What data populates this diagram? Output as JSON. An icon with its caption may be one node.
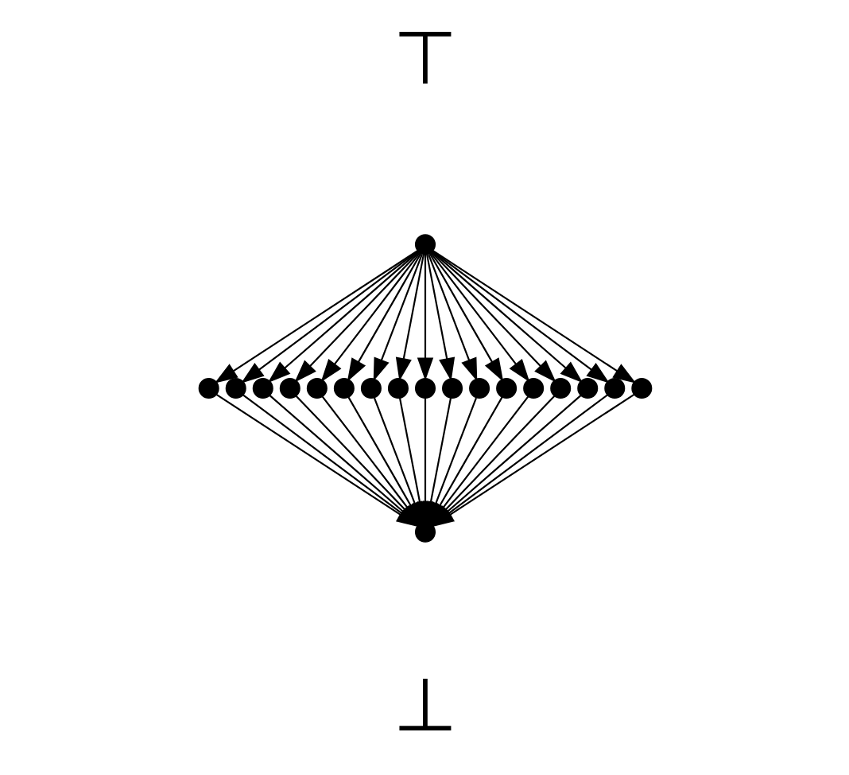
{
  "diagram": {
    "nodes": [
      {
        "text": [],
        "shape": "circle",
        "beside": [
          "⊤"
        ]
      },
      {
        "text": [],
        "shape": "circle"
      },
      {
        "text": [],
        "shape": "circle"
      },
      {
        "text": [],
        "shape": "circle"
      },
      {
        "text": [],
        "shape": "circle"
      },
      {
        "text": [],
        "shape": "circle"
      },
      {
        "text": [],
        "shape": "circle"
      },
      {
        "text": [],
        "shape": "circle"
      },
      {
        "text": [],
        "shape": "circle"
      },
      {
        "text": [],
        "shape": "circle"
      },
      {
        "text": [],
        "shape": "circle"
      },
      {
        "text": [],
        "shape": "circle"
      },
      {
        "text": [],
        "shape": "circle"
      },
      {
        "text": [],
        "shape": "circle"
      },
      {
        "text": [],
        "shape": "circle"
      },
      {
        "text": [],
        "shape": "circle"
      },
      {
        "text": [],
        "shape": "circle"
      },
      {
        "text": [],
        "shape": "circle"
      },
      {
        "text": [],
        "shape": "circle",
        "beside": [
          "⊥"
        ]
      }
    ],
    "edges": [
      {
        "from": 0,
        "to": 1,
        "arrow": "to"
      },
      {
        "from": 0,
        "to": 2,
        "arrow": "to"
      },
      {
        "from": 0,
        "to": 3,
        "arrow": "to"
      },
      {
        "from": 0,
        "to": 4,
        "arrow": "to"
      },
      {
        "from": 0,
        "to": 5,
        "arrow": "to"
      },
      {
        "from": 0,
        "to": 6,
        "arrow": "to"
      },
      {
        "from": 0,
        "to": 7,
        "arrow": "to"
      },
      {
        "from": 0,
        "to": 8,
        "arrow": "to"
      },
      {
        "from": 0,
        "to": 9,
        "arrow": "to"
      },
      {
        "from": 0,
        "to": 10,
        "arrow": "to"
      },
      {
        "from": 0,
        "to": 11,
        "arrow": "to"
      },
      {
        "from": 0,
        "to": 12,
        "arrow": "to"
      },
      {
        "from": 0,
        "to": 13,
        "arrow": "to"
      },
      {
        "from": 0,
        "to": 14,
        "arrow": "to"
      },
      {
        "from": 0,
        "to": 15,
        "arrow": "to"
      },
      {
        "from": 0,
        "to": 16,
        "arrow": "to"
      },
      {
        "from": 0,
        "to": 17,
        "arrow": "to"
      },
      {
        "from": 1,
        "to": 18,
        "arrow": "to"
      },
      {
        "from": 2,
        "to": 18,
        "arrow": "to"
      },
      {
        "from": 3,
        "to": 18,
        "arrow": "to"
      },
      {
        "from": 4,
        "to": 18,
        "arrow": "to"
      },
      {
        "from": 5,
        "to": 18,
        "arrow": "to"
      },
      {
        "from": 6,
        "to": 18,
        "arrow": "to"
      },
      {
        "from": 7,
        "to": 18,
        "arrow": "to"
      },
      {
        "from": 8,
        "to": 18,
        "arrow": "to"
      },
      {
        "from": 9,
        "to": 18,
        "arrow": "to"
      },
      {
        "from": 10,
        "to": 18,
        "arrow": "to"
      },
      {
        "from": 11,
        "to": 18,
        "arrow": "to"
      },
      {
        "from": 12,
        "to": 18,
        "arrow": "to"
      },
      {
        "from": 13,
        "to": 18,
        "arrow": "to"
      },
      {
        "from": 14,
        "to": 18,
        "arrow": "to"
      },
      {
        "from": 15,
        "to": 18,
        "arrow": "to"
      },
      {
        "from": 16,
        "to": 18,
        "arrow": "to"
      },
      {
        "from": 17,
        "to": 18,
        "arrow": "to"
      }
    ]
  }
}
